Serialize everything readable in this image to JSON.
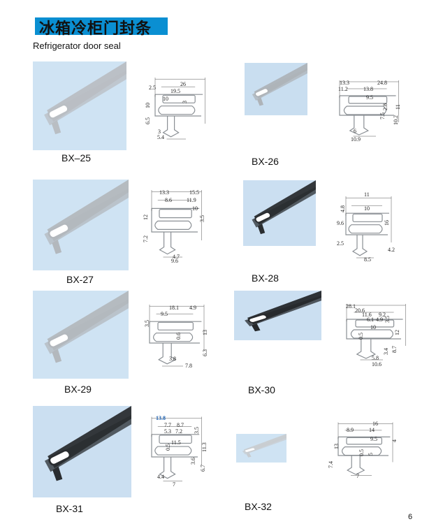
{
  "header": {
    "title_cn": "冰箱冷柜门封条",
    "subtitle": "Refrigerator door seal",
    "accent_color": "#0a8fd2"
  },
  "products": [
    {
      "model": "BX–25",
      "photo_bg": "#cfe3f3",
      "seal_color": "#b9bec3",
      "dims": [
        "26",
        "2.5",
        "19.5",
        "10",
        "3",
        "10",
        "6.5",
        "3",
        "5.4"
      ]
    },
    {
      "model": "BX-26",
      "photo_bg": "#c9def0",
      "seal_color": "#aeb3b8",
      "dims": [
        "13.3",
        "24.8",
        "11.2",
        "13.8",
        "9.5",
        "2.8",
        "11",
        "7.5",
        "10.2",
        "6",
        "10.9"
      ]
    },
    {
      "model": "BX-27",
      "photo_bg": "#cfe3f3",
      "seal_color": "#b3b8bd",
      "dims": [
        "13.3",
        "15.5",
        "8.6",
        "11.9",
        "10",
        "12",
        "3.5",
        "7.2",
        "4.7",
        "9.6"
      ]
    },
    {
      "model": "BX-28",
      "photo_bg": "#cbdff1",
      "seal_color": "#2a2d30",
      "dims": [
        "11",
        "4.8",
        "10",
        "16",
        "9.6",
        "2.5",
        "4.2",
        "8.5"
      ]
    },
    {
      "model": "BX-29",
      "photo_bg": "#cfe3f3",
      "seal_color": "#b3b8bd",
      "dims": [
        "18.1",
        "4.9",
        "9.5",
        "3.5",
        "13",
        "0.6",
        "6.3",
        "3.8",
        "7.8"
      ]
    },
    {
      "model": "BX-30",
      "photo_bg": "#cbdff1",
      "seal_color": "#25282b",
      "dims": [
        "28.1",
        "20.6",
        "11.6",
        "9.2",
        "6.1",
        "4.9",
        "3.5",
        "10",
        "12",
        "0.5",
        "8.7",
        "3.4",
        "5.8",
        "10.6"
      ]
    },
    {
      "model": "BX-31",
      "photo_bg": "#cbdff1",
      "seal_color": "#2a2d30",
      "dims": [
        "13.8",
        "7.7",
        "8.7",
        "3.5",
        "5.3",
        "7.2",
        "11.5",
        "11.3",
        "0.5",
        "3.6",
        "6.7",
        "4.4",
        "7"
      ]
    },
    {
      "model": "BX-32",
      "photo_bg": "#cfe3f3",
      "seal_color": "#c8ccd0",
      "dims": [
        "16",
        "8.9",
        "14",
        "9.5",
        "4",
        "13",
        "0.5",
        "5",
        "7.4",
        "7"
      ]
    }
  ],
  "page_number": "6"
}
